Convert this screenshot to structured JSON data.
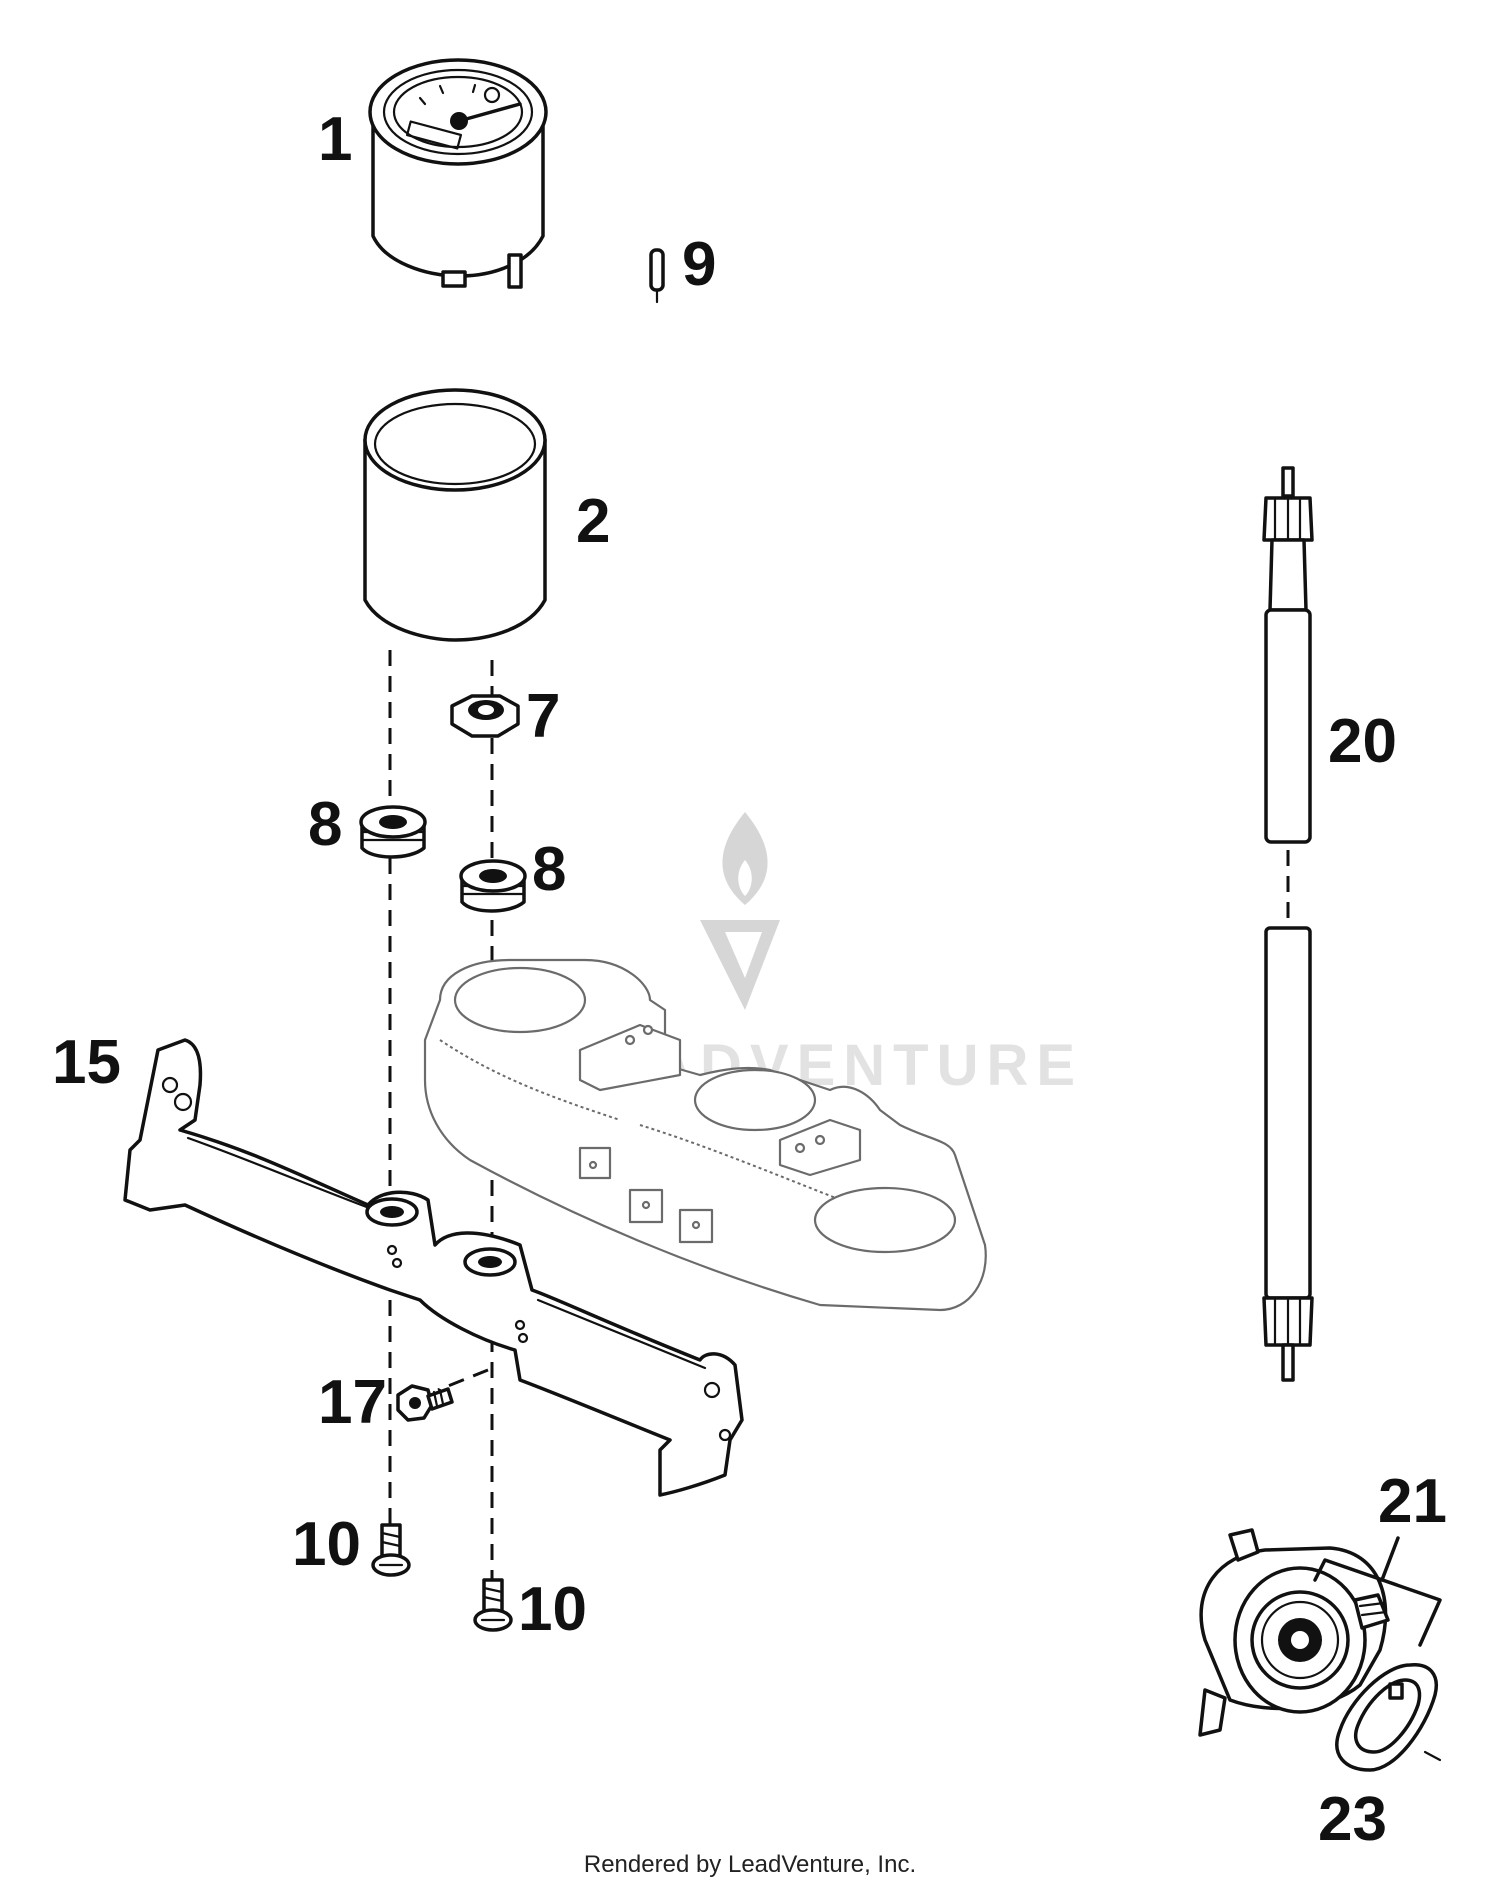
{
  "diagram": {
    "callouts": {
      "p1": "1",
      "p9": "9",
      "p2": "2",
      "p7": "7",
      "p8a": "8",
      "p8b": "8",
      "p20": "20",
      "p15": "15",
      "p17": "17",
      "p10a": "10",
      "p10b": "10",
      "p21": "21",
      "p23": "23"
    },
    "watermark_text": "LEADVENTURE",
    "footer": "Rendered by LeadVenture, Inc."
  }
}
